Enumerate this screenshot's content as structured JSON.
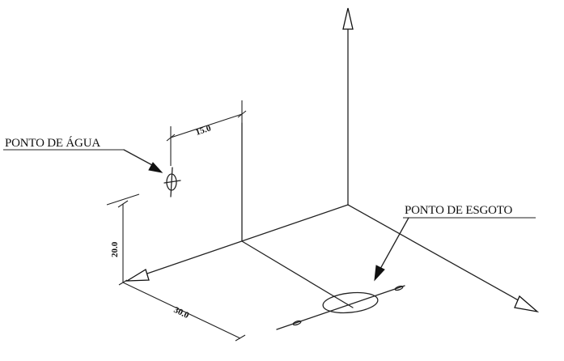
{
  "labels": {
    "water_point": "PONTO DE ÁGUA",
    "sewage_point": "PONTO DE ESGOTO"
  },
  "dimensions": {
    "width": "15.0",
    "height": "20.0",
    "depth": "30.0"
  },
  "colors": {
    "line": "#222222",
    "background": "#ffffff"
  },
  "icons": {
    "water_point_symbol": "circle-crosshair-icon",
    "sewage_point_symbol": "ellipse-pipe-icon"
  }
}
